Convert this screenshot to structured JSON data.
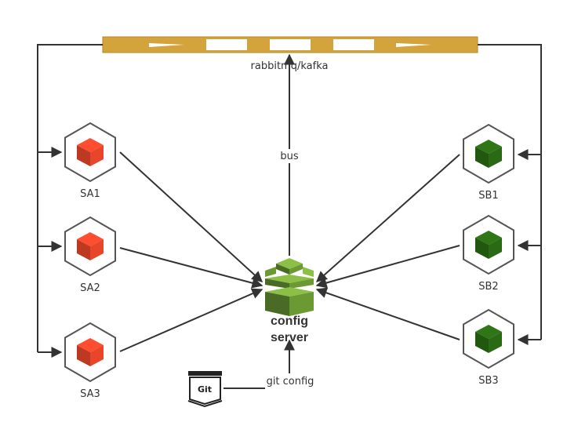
{
  "bus": {
    "label": "rabbitmq/kafka",
    "color": "#d4a43c"
  },
  "center": {
    "line1": "config",
    "line2": "server"
  },
  "edges": {
    "bus_label": "bus",
    "git_label": "git config"
  },
  "git": {
    "label": "Git"
  },
  "services_a": [
    {
      "label": "SA1",
      "color": "#e8462a"
    },
    {
      "label": "SA2",
      "color": "#e8462a"
    },
    {
      "label": "SA3",
      "color": "#e8462a"
    }
  ],
  "services_b": [
    {
      "label": "SB1",
      "color": "#2a6a14"
    },
    {
      "label": "SB2",
      "color": "#2a6a14"
    },
    {
      "label": "SB3",
      "color": "#2a6a14"
    }
  ],
  "colors": {
    "line": "#333333",
    "server_dark": "#4a6b26",
    "server_mid": "#6b9a33",
    "server_light": "#8bbf45"
  }
}
